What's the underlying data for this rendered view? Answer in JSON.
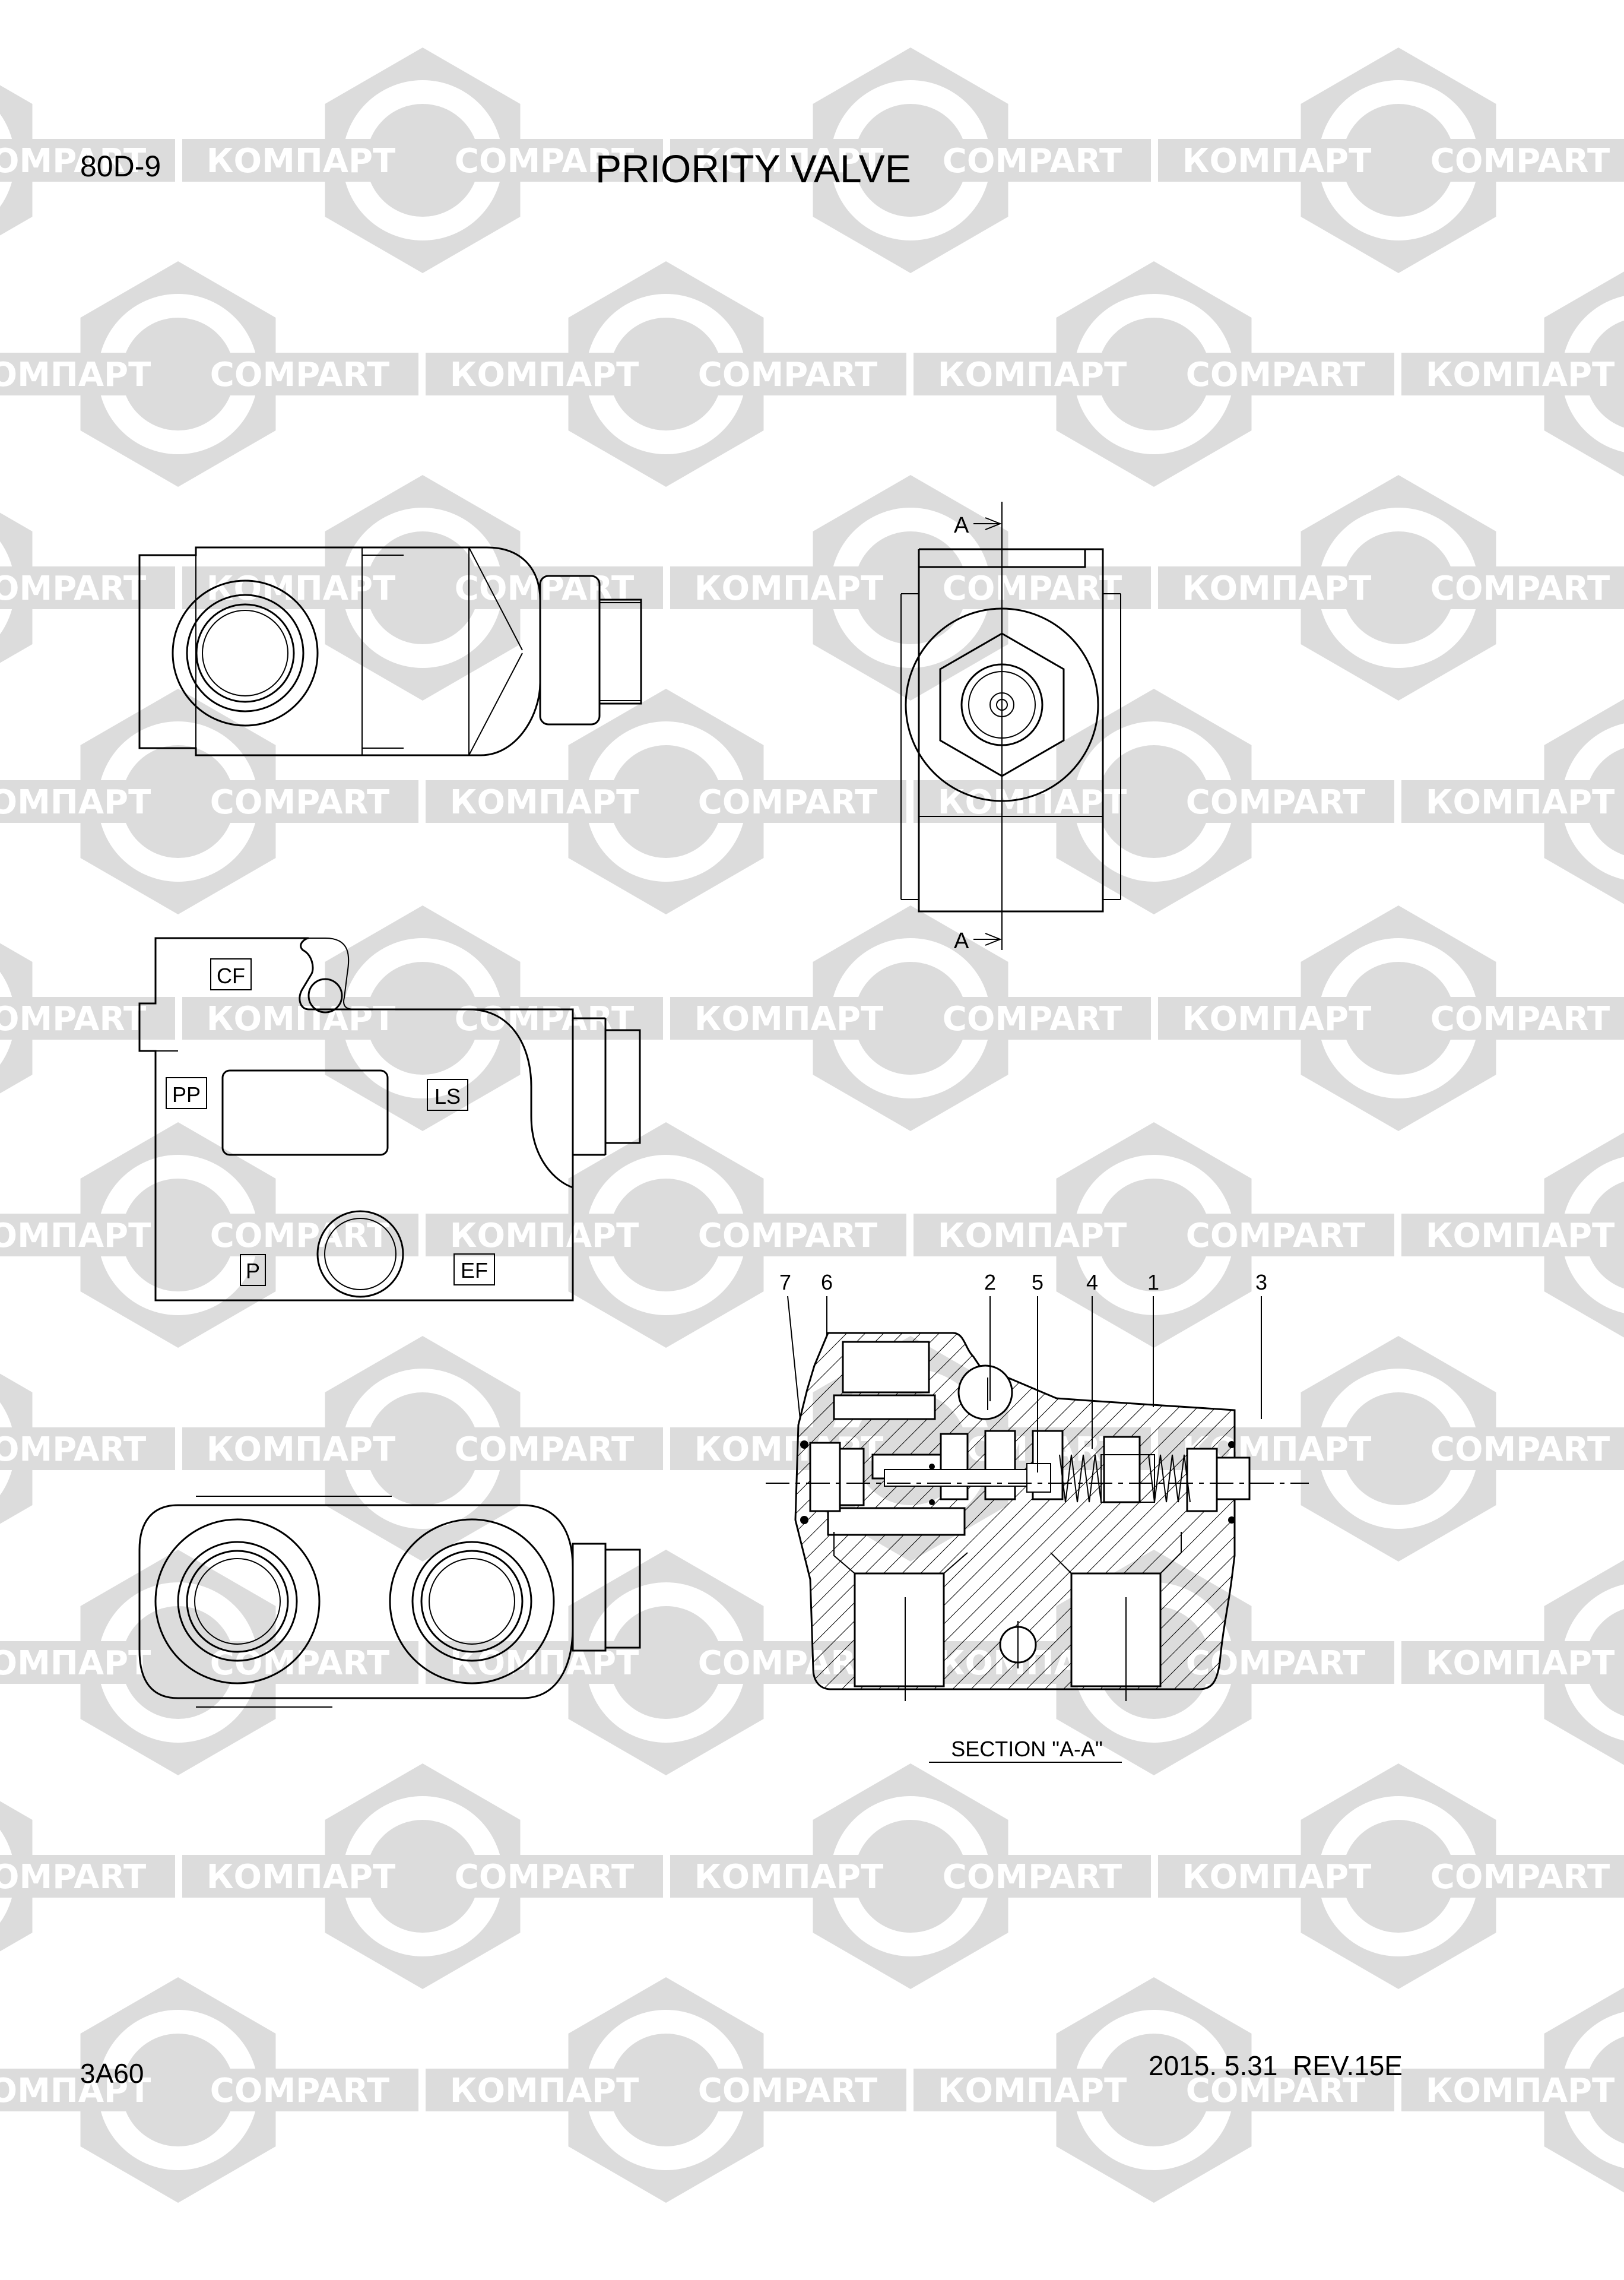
{
  "header": {
    "model": "80D-9",
    "title": "PRIORITY VALVE"
  },
  "footer": {
    "code": "3A60",
    "date_rev": "2015. 5.31  REV.15E"
  },
  "watermark": {
    "text_cyrillic": "КОМПАРТ",
    "text_latin": "COMPART",
    "color": "#dcdcdc"
  },
  "port_labels": {
    "cf": "CF",
    "pp": "PP",
    "ls": "LS",
    "p": "P",
    "ef": "EF"
  },
  "section": {
    "marker": "A",
    "caption": "SECTION \"A-A\""
  },
  "part_callouts": [
    "7",
    "6",
    "2",
    "5",
    "4",
    "1",
    "3"
  ]
}
